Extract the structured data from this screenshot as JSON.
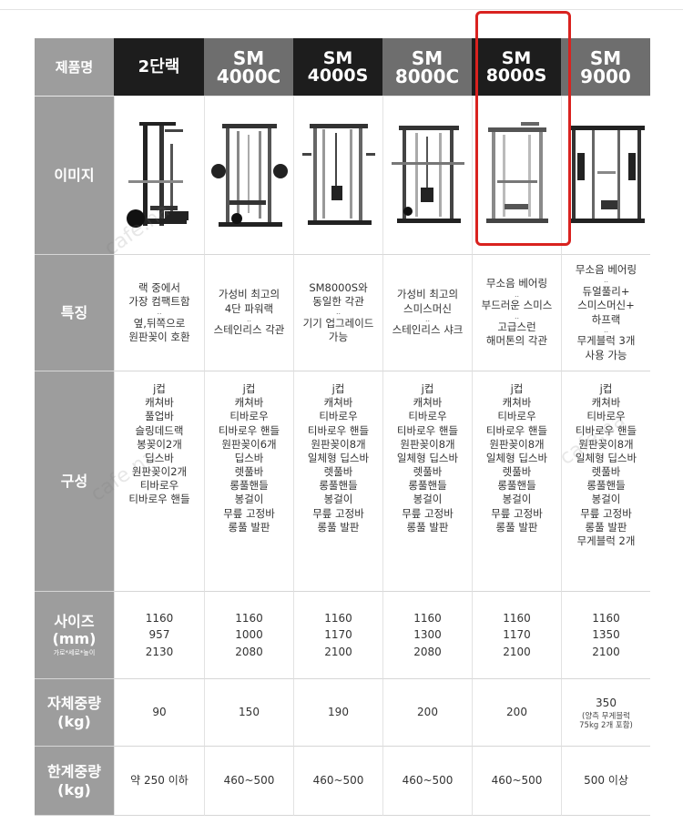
{
  "labels": {
    "name": "제품명",
    "image": "이미지",
    "feature": "특징",
    "composition": "구성",
    "size_line1": "사이즈",
    "size_line2": "(mm)",
    "size_sub": "가로*세로*높이",
    "weight_line1": "자체중량",
    "weight_line2": "(kg)",
    "limit_line1": "한계중량",
    "limit_line2": "(kg)"
  },
  "products": [
    {
      "name_line1": "2단랙",
      "name_line2": "",
      "image_icon": "half-rack-icon",
      "features": [
        [
          "랙 중에서",
          "가장 컴팩트함"
        ],
        [
          "옆,뒤쪽으로",
          "원판꽂이 호환"
        ]
      ],
      "parts": [
        "j컵",
        "캐쳐바",
        "풀업바",
        "슬링데드랙",
        "봉꽂이2개",
        "딥스바",
        "원판꽂이2개",
        "티바로우",
        "티바로우 핸들"
      ],
      "size": [
        "1160",
        "957",
        "2130"
      ],
      "weight": "90",
      "weight_note": "",
      "limit": "약 250 이하"
    },
    {
      "name_line1": "SM",
      "name_line2": "4000C",
      "image_icon": "power-rack-icon",
      "features": [
        [
          "가성비 최고의",
          "4단 파워랙"
        ],
        [
          "스테인리스 각관"
        ]
      ],
      "parts": [
        "j컵",
        "캐쳐바",
        "티바로우",
        "티바로우 핸들",
        "원판꽂이6개",
        "딥스바",
        "렛풀바",
        "롱풀핸들",
        "봉걸이",
        "무릎 고정바",
        "롱풀 발판"
      ],
      "size": [
        "1160",
        "1000",
        "2080"
      ],
      "weight": "150",
      "weight_note": "",
      "limit": "460~500"
    },
    {
      "name_line1": "SM",
      "name_line2": "4000S",
      "image_icon": "power-rack-icon",
      "features": [
        [
          "SM8000S와",
          "동일한 각관"
        ],
        [
          "기기 업그레이드",
          "가능"
        ]
      ],
      "parts": [
        "j컵",
        "캐쳐바",
        "티바로우",
        "티바로우 핸들",
        "원판꽂이8개",
        "일체형 딥스바",
        "렛풀바",
        "롱풀핸들",
        "봉걸이",
        "무릎 고정바",
        "롱풀 발판"
      ],
      "size": [
        "1160",
        "1170",
        "2100"
      ],
      "weight": "190",
      "weight_note": "",
      "limit": "460~500"
    },
    {
      "name_line1": "SM",
      "name_line2": "8000C",
      "image_icon": "smith-machine-icon",
      "features": [
        [
          "가성비 최고의",
          "스미스머신"
        ],
        [
          "스테인리스 샤크"
        ]
      ],
      "parts": [
        "j컵",
        "캐쳐바",
        "티바로우",
        "티바로우 핸들",
        "원판꽂이8개",
        "일체형 딥스바",
        "렛풀바",
        "롱풀핸들",
        "봉걸이",
        "무릎 고정바",
        "롱풀 발판"
      ],
      "size": [
        "1160",
        "1300",
        "2080"
      ],
      "weight": "200",
      "weight_note": "",
      "limit": "460~500"
    },
    {
      "name_line1": "SM",
      "name_line2": "8000S",
      "image_icon": "smith-machine-icon",
      "features": [
        [
          "무소음 베어링"
        ],
        [
          "부드러운 스미스"
        ],
        [
          "고급스런",
          "해머톤의 각관"
        ]
      ],
      "parts": [
        "j컵",
        "캐쳐바",
        "티바로우",
        "티바로우 핸들",
        "원판꽂이8개",
        "일체형 딥스바",
        "렛풀바",
        "롱풀핸들",
        "봉걸이",
        "무릎 고정바",
        "롱풀 발판"
      ],
      "size": [
        "1160",
        "1170",
        "2100"
      ],
      "weight": "200",
      "weight_note": "",
      "limit": "460~500"
    },
    {
      "name_line1": "SM",
      "name_line2": "9000",
      "image_icon": "functional-trainer-icon",
      "features": [
        [
          "무소음 베어링"
        ],
        [
          "듀얼풀리+",
          "스미스머신+",
          "하프랙"
        ],
        [
          "무게블럭 3개",
          "사용 가능"
        ]
      ],
      "parts": [
        "j컵",
        "캐쳐바",
        "티바로우",
        "티바로우 핸들",
        "원판꽂이8개",
        "일체형 딥스바",
        "렛풀바",
        "롱풀핸들",
        "봉걸이",
        "무릎 고정바",
        "롱풀 발판",
        "무게블럭 2개"
      ],
      "size": [
        "1160",
        "1350",
        "2100"
      ],
      "weight": "350",
      "weight_note": "(양측 무게블럭\n75kg 2개 포함)",
      "limit": "500 이상"
    }
  ],
  "separator_dots": "..",
  "highlight_color": "#d9221f",
  "watermark": "cafe.na"
}
